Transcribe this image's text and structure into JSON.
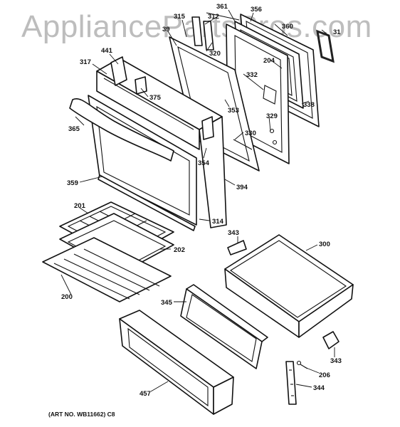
{
  "watermark": "AppliancePartsPros.com",
  "art_number": "(ART NO. WB11662) C8",
  "callouts": {
    "p361": "361",
    "p356": "356",
    "p315": "315",
    "p312": "312",
    "p39": "39",
    "p360": "360",
    "p31": "31",
    "p320": "320",
    "p441": "441",
    "p204": "204",
    "p317": "317",
    "p332": "332",
    "p375": "375",
    "p338": "338",
    "p353": "353",
    "p329": "329",
    "p365": "365",
    "p330": "330",
    "p354": "354",
    "p394": "394",
    "p359": "359",
    "p201": "201",
    "p314": "314",
    "p343a": "343",
    "p300": "300",
    "p202": "202",
    "p200": "200",
    "p345": "345",
    "p343b": "343",
    "p206": "206",
    "p457": "457",
    "p344": "344"
  }
}
